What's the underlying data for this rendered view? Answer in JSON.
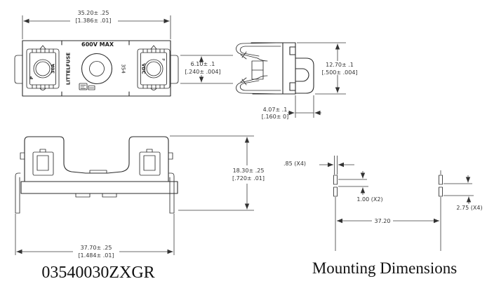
{
  "drawing": {
    "part_number": "03540030ZXGR",
    "section_title": "Mounting Dimensions",
    "colors": {
      "background": "#ffffff",
      "line": "#2b2b2b",
      "dim_text": "#333333",
      "label_text": "#111111"
    },
    "top_view": {
      "width_mm": "35.20± .25",
      "width_in": "[1.386± .01]",
      "terminal_mm": "6.10± .1",
      "terminal_in": "[.240± .004]",
      "marking_voltage": "600V MAX",
      "marking_brand": "LITTELFUSE",
      "marking_series": "354",
      "marking_amp": "30A",
      "marking_vdc": "VDC",
      "marking_polarity_left": "P",
      "marking_polarity_right": "P"
    },
    "side_view": {
      "height_mm": "12.70± .1",
      "height_in": "[.500± .004]",
      "tab_mm": "4.07± .1",
      "tab_in": "[.160± 0]"
    },
    "front_view": {
      "height_mm": "18.30± .25",
      "height_in": "[.720± .01]",
      "width_mm": "37.70± .25",
      "width_in": "[1.484± .01]"
    },
    "mounting": {
      "slot_width": ".85 (X4)",
      "slot_gap": "1.00 (X2)",
      "span": "37.20",
      "slot_length": "2.75 (X4)"
    }
  }
}
